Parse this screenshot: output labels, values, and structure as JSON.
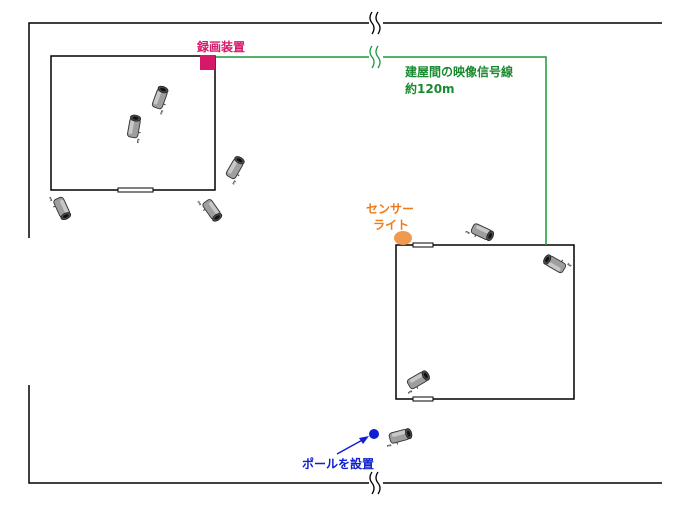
{
  "labels": {
    "recorder": "録画装置",
    "video_cable": "建屋間の映像信号線",
    "cable_length": "約120m",
    "sensor_light_line1": "センサー",
    "sensor_light_line2": "ライト",
    "pole": "ポールを設置"
  },
  "colors": {
    "recorder": "#d6186a",
    "cable": "#1a9a3a",
    "cable_text": "#1a8a30",
    "sensor_light": "#f09a50",
    "sensor_text": "#f07a18",
    "pole": "#1020d0",
    "outline": "#000000",
    "camera_body": "#9a9a9a"
  }
}
